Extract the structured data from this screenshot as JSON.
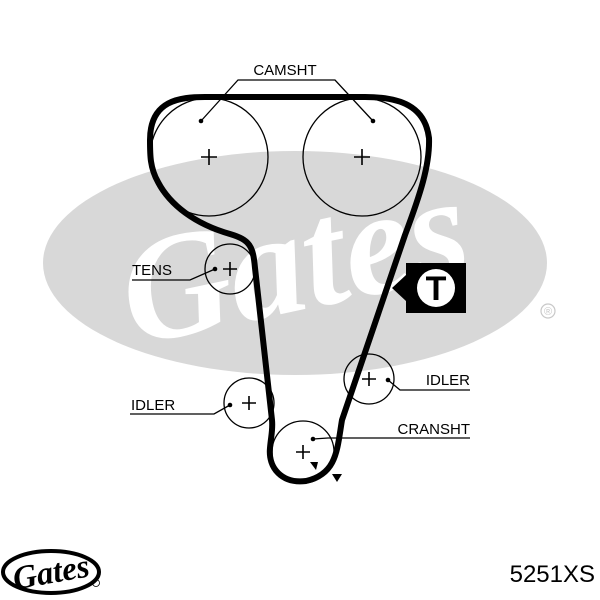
{
  "brand": {
    "watermark_text": "Gates",
    "logo_text": "Gates",
    "watermark_color": "#d8d8d8",
    "registered_mark": "®"
  },
  "labels": {
    "camshaft": "CAMSHT",
    "tensioner": "TENS",
    "idler_left": "IDLER",
    "idler_right": "IDLER",
    "crankshaft": "CRANSHT"
  },
  "timing_mark": "T",
  "part_number": "5251XS",
  "colors": {
    "ink": "#000000",
    "watermark": "#d8d8d8"
  }
}
